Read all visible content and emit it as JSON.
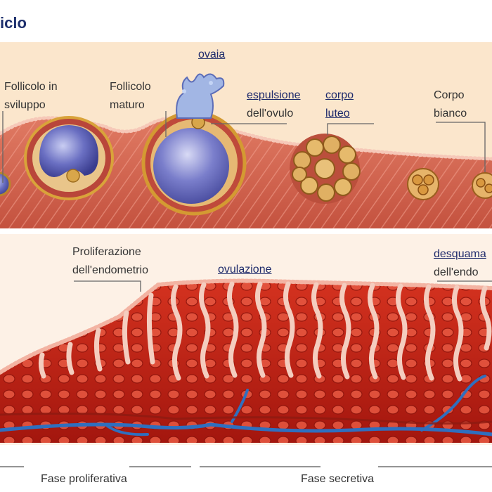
{
  "title": "iclo",
  "ovary": {
    "label_ovaia": "ovaia",
    "label_follicolo_sviluppo_1": "Follicolo in",
    "label_follicolo_sviluppo_2": "sviluppo",
    "label_follicolo_maturo_1": "Follicolo",
    "label_follicolo_maturo_2": "maturo",
    "label_espulsione_1": "espulsione",
    "label_espulsione_2": "dell'ovulo",
    "label_corpo_luteo_1": "corpo",
    "label_corpo_luteo_2": "luteo",
    "label_corpo_bianco_1": "Corpo",
    "label_corpo_bianco_2": "bianco"
  },
  "endometrium": {
    "label_proliferazione_1": "Proliferazione",
    "label_proliferazione_2": "dell'endometrio",
    "label_ovulazione": "ovulazione",
    "label_desquama_1": "desquama",
    "label_desquama_2": "dell'endo"
  },
  "phases": {
    "proliferativa": "Fase proliferativa",
    "secretiva": "Fase secretiva"
  },
  "colors": {
    "title": "#1d2f6d",
    "link_text": "#1e2a6b",
    "ovary_panel": "#fbe6cc",
    "ovary_tissue": "#d2614f",
    "endometrium_panel": "#fdf1e6",
    "endometrium_tissue": "#c8241c",
    "follicle": "#5b5fb2",
    "vessel": "#2f6fbf",
    "leader_line": "#666666"
  }
}
